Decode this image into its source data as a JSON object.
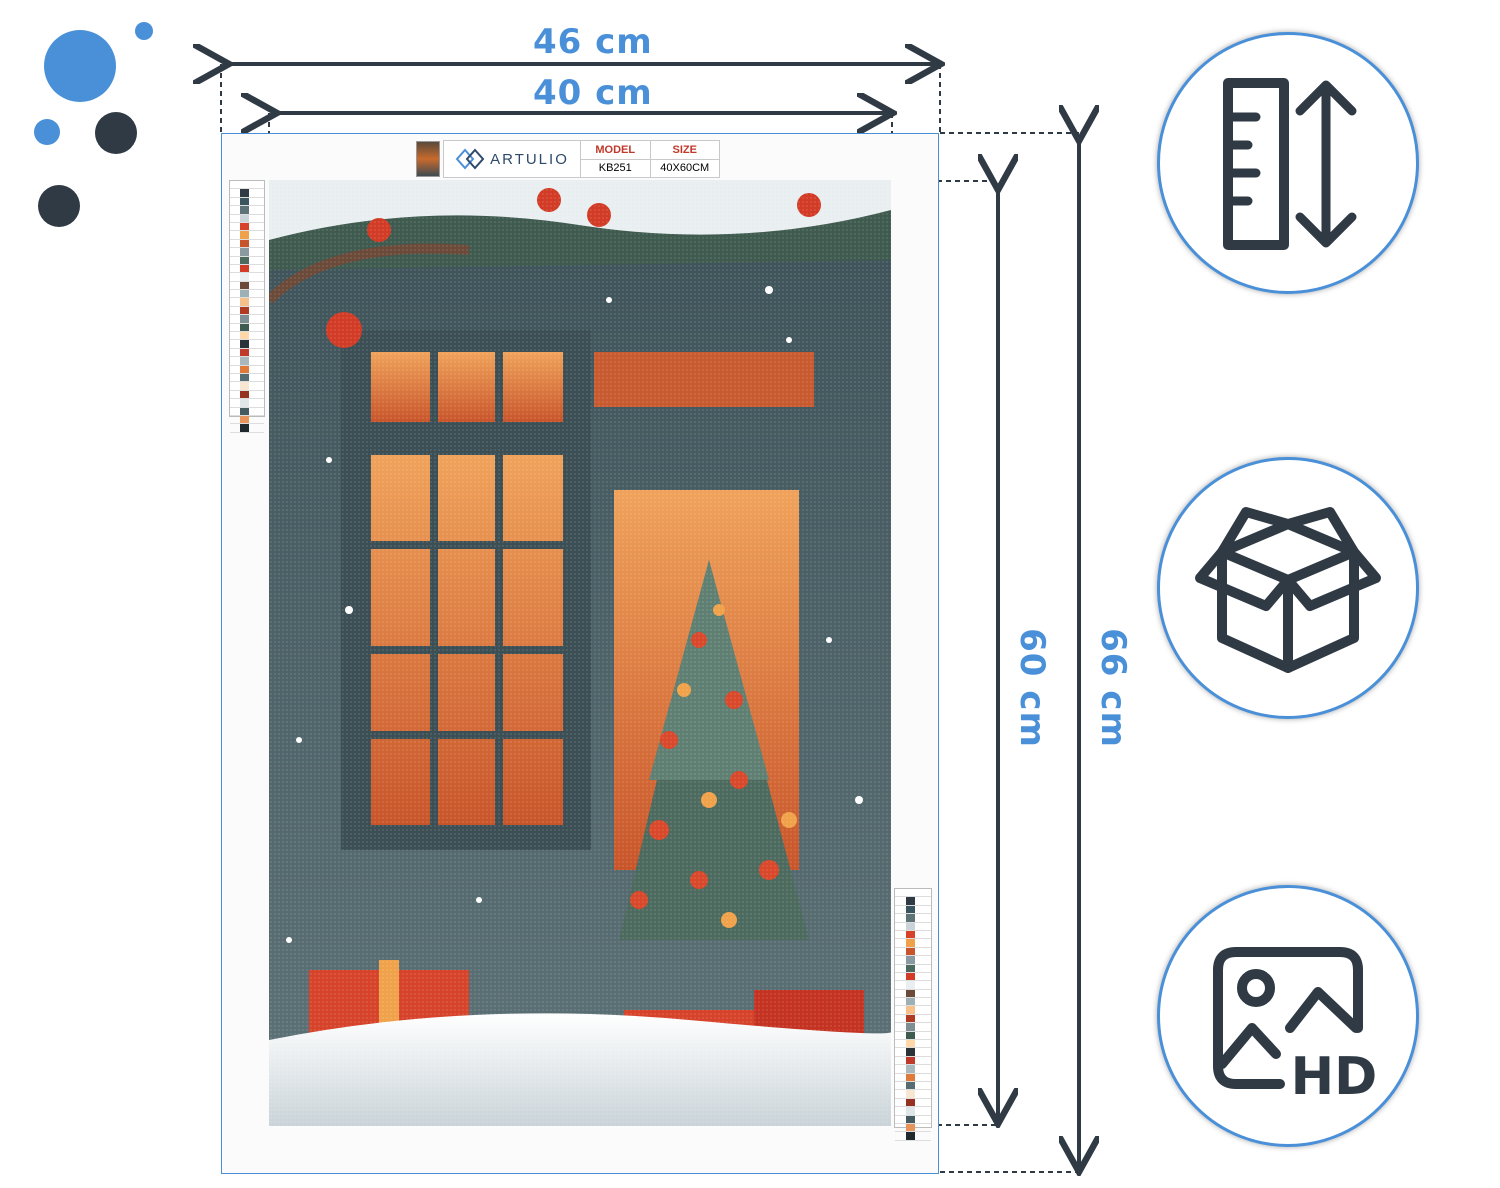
{
  "dimensions": {
    "outer_width": "46 cm",
    "inner_width": "40 cm",
    "inner_height": "60 cm",
    "outer_height": "66 cm"
  },
  "header": {
    "brand": "ARTULIO",
    "model_label": "MODEL",
    "model_value": "KB251",
    "size_label": "SIZE",
    "size_value": "40X60CM"
  },
  "features": [
    {
      "icon": "ruler-arrow-icon"
    },
    {
      "icon": "box-icon"
    },
    {
      "icon": "hd-image-icon",
      "text": "HD"
    }
  ],
  "colors": {
    "accent": "#4a90d9",
    "dark": "#2f3a44",
    "frame": "#4a90d9"
  }
}
